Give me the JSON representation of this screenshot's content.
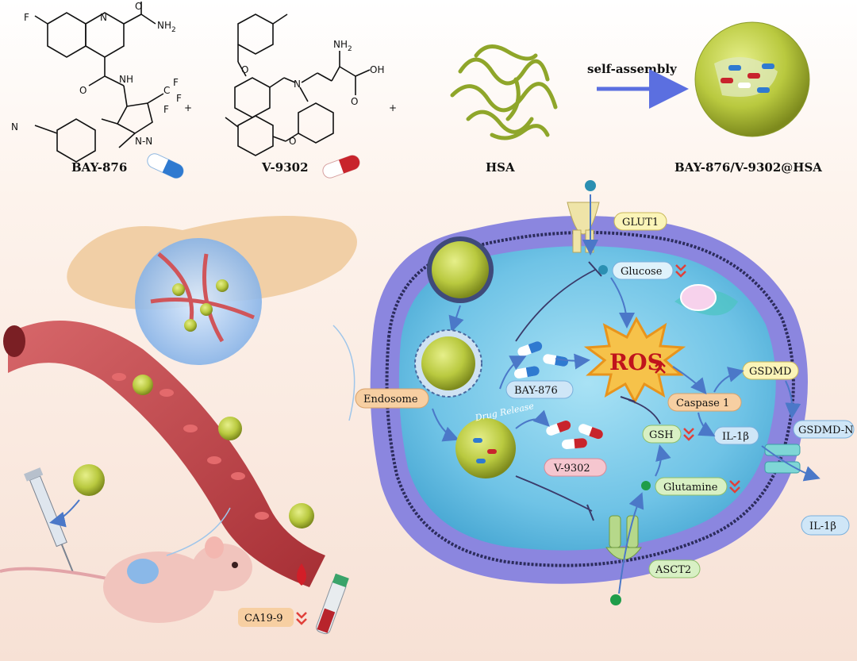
{
  "top": {
    "bay876": {
      "name": "BAY-876",
      "atoms": {
        "f": "F",
        "cf3_c": "C",
        "cf3_f": "F",
        "nh2": "NH",
        "nh2_sub": "2",
        "nh": "NH",
        "o": "O",
        "n": "N",
        "nn": "N-N",
        "nitrile_n": "N"
      }
    },
    "v9302": {
      "name": "V-9302",
      "atoms": {
        "nh2": "NH",
        "nh2_sub": "2",
        "oh": "OH",
        "o": "O",
        "n": "N"
      }
    },
    "hsa": {
      "name": "HSA"
    },
    "assembly_label": "self-assembly",
    "product": {
      "name": "BAY-876/V-9302@HSA"
    },
    "plus_sign": "+"
  },
  "cell": {
    "labels": {
      "glut1": "GLUT1",
      "glucose": "Glucose",
      "ros": "ROS",
      "bay876": "BAY-876",
      "endosome": "Endosome",
      "drug_release": "Drug Release",
      "v9302": "V-9302",
      "gsh": "GSH",
      "glutamine": "Glutamine",
      "asct2": "ASCT2",
      "caspase1": "Caspase 1",
      "gsdmd": "GSDMD",
      "gsdmd_n": "GSDMD-N",
      "il1b_inside": "IL-1β",
      "il1b_outside": "IL-1β"
    }
  },
  "mouse": {
    "ca199": "CA19-9"
  },
  "colors": {
    "membrane": "#8b86df",
    "cytoplasm": "#6fc3e6",
    "vessel": "#b53b3f",
    "nanoparticle": "#b9c93f",
    "arrow": "#4b78c8",
    "ros_text": "#c0141c",
    "inhibition_red": "#e0403a",
    "label_yellow": "#fbf4b8",
    "label_orange": "#f7cfa2",
    "label_blue": "#cfe6f7",
    "label_green": "#d8f0c4",
    "label_pink": "#f5c6cf"
  }
}
